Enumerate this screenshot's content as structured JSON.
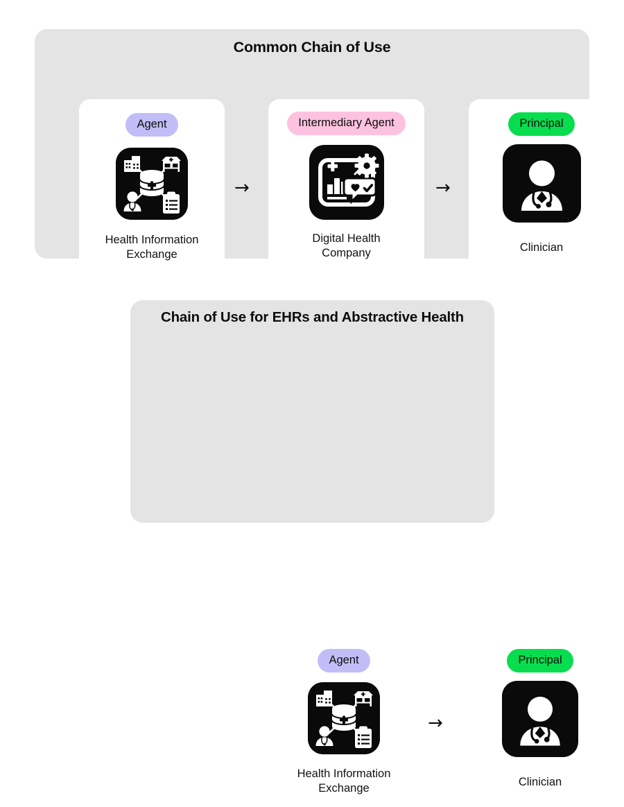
{
  "diagram": {
    "background": "#ffffff",
    "panel_background": "#e4e4e4",
    "card_background": "#ffffff",
    "colors": {
      "agent_pill": "#c3bdf7",
      "intermediary_pill": "#fdc2e0",
      "principal_pill": "#08dd4f",
      "icon_tile": "#0a0a0a",
      "text": "#111111"
    },
    "arrow_glyph": "→",
    "panels": [
      {
        "id": "common-chain-of-use",
        "title": "Common Chain of Use",
        "arrows": [
          "→",
          "→"
        ],
        "cards": [
          {
            "role": "Agent",
            "role_type": "agent",
            "icon": "health-information-exchange-icon",
            "label": "Health Information\nExchange"
          },
          {
            "role": "Intermediary Agent",
            "role_type": "intermediary",
            "icon": "digital-health-dashboard-icon",
            "label": "Digital Health\nCompany"
          },
          {
            "role": "Principal",
            "role_type": "principal",
            "icon": "clinician-icon",
            "label": "Clinician"
          }
        ]
      },
      {
        "id": "ehr-abstractive-health-chain",
        "title": "Chain of Use for EHRs and Abstractive Health",
        "arrows": [
          "→"
        ],
        "cards": [
          {
            "role": "Agent",
            "role_type": "agent",
            "icon": "health-information-exchange-icon",
            "label": "Health Information\nExchange"
          },
          {
            "role": "Principal",
            "role_type": "principal",
            "icon": "clinician-icon",
            "label": "Clinician"
          }
        ]
      }
    ]
  }
}
